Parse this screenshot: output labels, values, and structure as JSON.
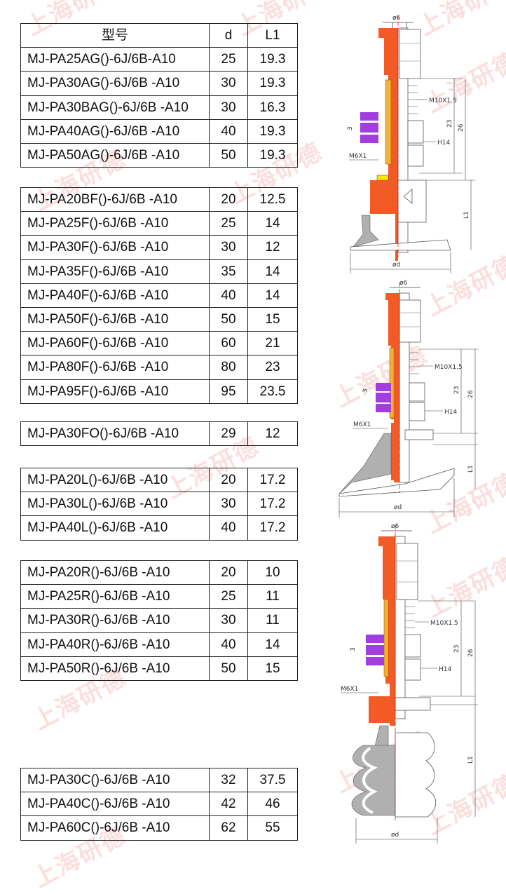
{
  "watermark": "上海研德",
  "table_header": {
    "model": "型号",
    "d": "d",
    "l1": "L1"
  },
  "groups": [
    {
      "rows": [
        {
          "model": "MJ-PA25AG()-6J/6B-A10",
          "d": "25",
          "l1": "19.3"
        },
        {
          "model": "MJ-PA30AG()-6J/6B -A10",
          "d": "30",
          "l1": "19.3"
        },
        {
          "model": "MJ-PA30BAG()-6J/6B -A10",
          "d": "30",
          "l1": "16.3"
        },
        {
          "model": "MJ-PA40AG()-6J/6B -A10",
          "d": "40",
          "l1": "19.3"
        },
        {
          "model": "MJ-PA50AG()-6J/6B -A10",
          "d": "50",
          "l1": "19.3"
        }
      ]
    },
    {
      "rows": [
        {
          "model": "MJ-PA20BF()-6J/6B -A10",
          "d": "20",
          "l1": "12.5"
        },
        {
          "model": "MJ-PA25F()-6J/6B -A10",
          "d": "25",
          "l1": "14"
        },
        {
          "model": "MJ-PA30F()-6J/6B -A10",
          "d": "30",
          "l1": "12"
        },
        {
          "model": "MJ-PA35F()-6J/6B -A10",
          "d": "35",
          "l1": "14"
        },
        {
          "model": "MJ-PA40F()-6J/6B -A10",
          "d": "40",
          "l1": "14"
        },
        {
          "model": "MJ-PA50F()-6J/6B -A10",
          "d": "50",
          "l1": "15"
        },
        {
          "model": "MJ-PA60F()-6J/6B -A10",
          "d": "60",
          "l1": "21"
        },
        {
          "model": "MJ-PA80F()-6J/6B -A10",
          "d": "80",
          "l1": "23"
        },
        {
          "model": "MJ-PA95F()-6J/6B -A10",
          "d": "95",
          "l1": "23.5"
        }
      ]
    },
    {
      "rows": [
        {
          "model": "MJ-PA30FO()-6J/6B -A10",
          "d": "29",
          "l1": "12"
        }
      ]
    },
    {
      "rows": [
        {
          "model": "MJ-PA20L()-6J/6B -A10",
          "d": "20",
          "l1": "17.2"
        },
        {
          "model": "MJ-PA30L()-6J/6B -A10",
          "d": "30",
          "l1": "17.2"
        },
        {
          "model": "MJ-PA40L()-6J/6B -A10",
          "d": "40",
          "l1": "17.2"
        }
      ]
    },
    {
      "rows": [
        {
          "model": "MJ-PA20R()-6J/6B -A10",
          "d": "20",
          "l1": "10"
        },
        {
          "model": "MJ-PA25R()-6J/6B -A10",
          "d": "25",
          "l1": "11"
        },
        {
          "model": "MJ-PA30R()-6J/6B -A10",
          "d": "30",
          "l1": "11"
        },
        {
          "model": "MJ-PA40R()-6J/6B -A10",
          "d": "40",
          "l1": "14"
        },
        {
          "model": "MJ-PA50R()-6J/6B -A10",
          "d": "50",
          "l1": "15"
        }
      ]
    },
    {
      "rows": [
        {
          "model": "MJ-PA30C()-6J/6B -A10",
          "d": "32",
          "l1": "37.5"
        },
        {
          "model": "MJ-PA40C()-6J/6B -A10",
          "d": "42",
          "l1": "46"
        },
        {
          "model": "MJ-PA60C()-6J/6B -A10",
          "d": "62",
          "l1": "55"
        }
      ]
    }
  ],
  "diagram_labels": {
    "phi6": "ø6",
    "m10": "M10X1.5",
    "h14": "H14",
    "m6": "M6X1",
    "dim3": "3",
    "dim23": "23",
    "dim26": "26",
    "l1": "L1",
    "phid": "ød"
  },
  "colors": {
    "orange": "#f25a26",
    "gold": "#f0b238",
    "purple": "#a23de0",
    "yellow": "#ffe800",
    "gray": "#b0b0b0",
    "line": "#444444",
    "red_center": "#e02020"
  }
}
